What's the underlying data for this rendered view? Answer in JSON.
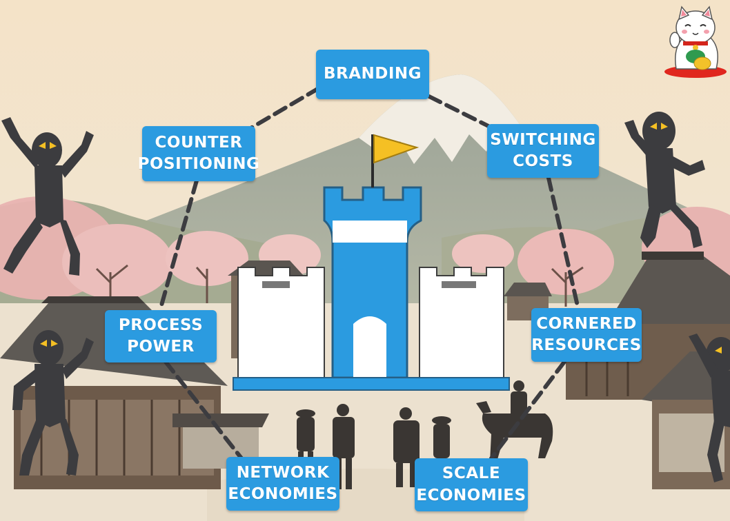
{
  "diagram": {
    "nodes": [
      {
        "id": "branding",
        "label": "BRANDING"
      },
      {
        "id": "counter_positioning",
        "label": "COUNTER\nPOSITIONING"
      },
      {
        "id": "switching_costs",
        "label": "SWITCHING\nCOSTS"
      },
      {
        "id": "process_power",
        "label": "PROCESS\nPOWER"
      },
      {
        "id": "cornered_resources",
        "label": "CORNERED\nRESOURCES"
      },
      {
        "id": "network_economies",
        "label": "NETWORK\nECONOMIES"
      },
      {
        "id": "scale_economies",
        "label": "SCALE\nECONOMIES"
      }
    ],
    "connector_style": "dashed",
    "center_icon": "castle-icon"
  },
  "scene": {
    "icons": [
      "mount-fuji",
      "cherry-blossom-tree",
      "japanese-house",
      "samurai",
      "ninja-icon",
      "maneki-neko-icon",
      "yellow-flag-icon"
    ],
    "colors": {
      "box": "#2b9be0",
      "box_text": "#ffffff",
      "castle_blue": "#2b9be0",
      "flag": "#f5c024",
      "ninja": "#3c3c3f",
      "ninja_eyes": "#f5c024",
      "sky": "#f3e5cd",
      "blossom": "#e9b7b5",
      "connector": "#3c3c40"
    }
  }
}
